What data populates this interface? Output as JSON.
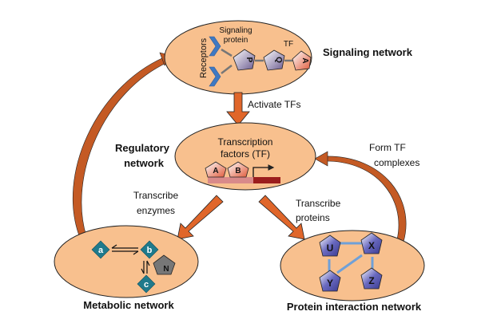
{
  "networks": {
    "signaling": {
      "title": "Signaling network",
      "receptors_label": "Receptors",
      "signaling_protein_line1": "Signaling",
      "signaling_protein_line2": "protein",
      "tf_label": "TF",
      "nodes": [
        "P",
        "Q",
        "A"
      ]
    },
    "regulatory": {
      "title_line1": "Regulatory",
      "title_line2": "network",
      "inner_line1": "Transcription",
      "inner_line2": "factors (TF)",
      "nodes": [
        "A",
        "B"
      ]
    },
    "metabolic": {
      "title": "Metabolic network",
      "nodes": [
        "a",
        "b",
        "c"
      ],
      "enzyme": "N"
    },
    "protein": {
      "title": "Protein interaction network",
      "nodes": [
        "U",
        "X",
        "Y",
        "Z"
      ]
    }
  },
  "edges": {
    "activate": "Activate TFs",
    "transcribe_enzymes_line1": "Transcribe",
    "transcribe_enzymes_line2": "enzymes",
    "transcribe_proteins_line1": "Transcribe",
    "transcribe_proteins_line2": "proteins",
    "form_tf_line1": "Form TF",
    "form_tf_line2": "complexes"
  },
  "colors": {
    "ellipse_fill": "#f8c08e",
    "arrow_orange": "#e0662a",
    "curve_arrow": "#c45a24",
    "receptor_blue": "#3f79c2",
    "metabolite_teal": "#1f7a8c",
    "protein_purple": "#5a5aa8",
    "dna_light": "#d98a8a",
    "dna_dark": "#9b1d1d"
  }
}
